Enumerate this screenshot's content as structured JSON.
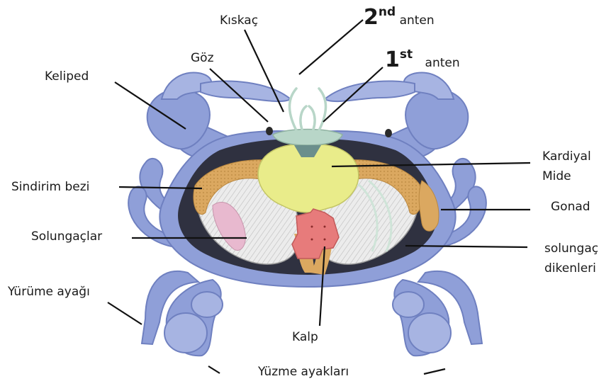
{
  "labels": {
    "kiskac": "Kıskaç",
    "second_num": "2",
    "second_sup": "nd",
    "second_word": "anten",
    "goz": "Göz",
    "first_num": "1",
    "first_sup": "st",
    "first_word": "anten",
    "keliped": "Keliped",
    "kardiyal_line1": "Kardiyal",
    "kardiyal_line2": "Mide",
    "sindirim": "Sindirim bezi",
    "gonad": "Gonad",
    "solungaclar": "Solungaçlar",
    "solungac_line1": "solungaç",
    "solungac_line2": "dikenleri",
    "yurume": "Yürüme ayağı",
    "kalp": "Kalp",
    "yuzme": "Yüzme ayakları"
  },
  "colors": {
    "shell": "#8f9fd8",
    "shell_dark": "#6f80c0",
    "shell_light": "#c2cbef",
    "interior": "#2f3140",
    "stomach": "#e9ec8a",
    "digestive_gland": "#dba860",
    "gill_grey": "#cfcfcf",
    "gill_pink": "#e8b9cf",
    "heart": "#e77b7b",
    "antenna": "#b8d6c8"
  }
}
